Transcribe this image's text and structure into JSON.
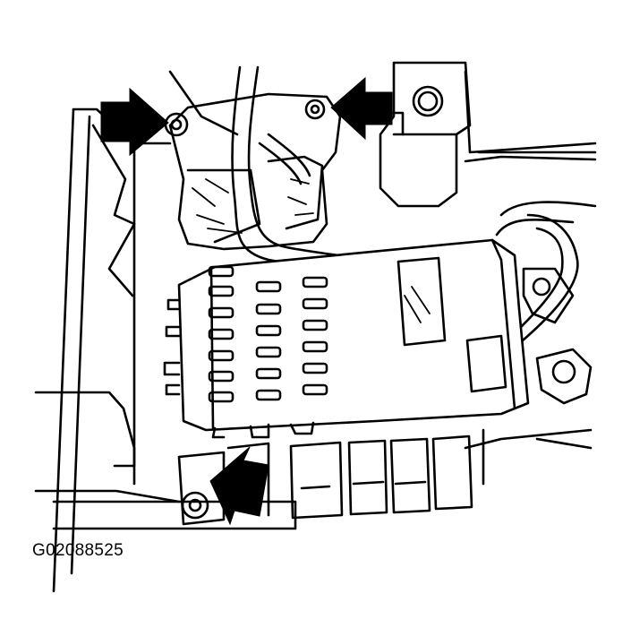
{
  "figure": {
    "caption": "G02088525",
    "callouts": [
      "arrow-upper-left",
      "arrow-upper-right",
      "arrow-lower-left"
    ],
    "colors": {
      "line": "#000000",
      "background": "#ffffff"
    }
  }
}
